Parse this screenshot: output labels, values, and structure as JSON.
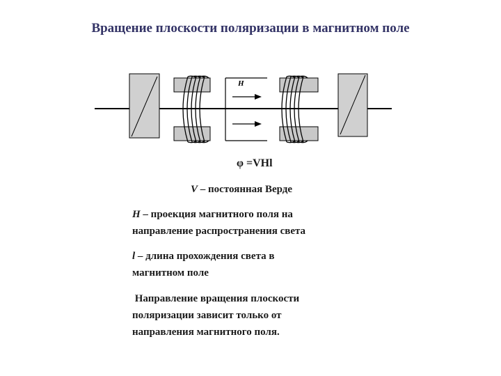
{
  "title": "Вращение плоскости поляризации в магнитном поле",
  "diagram": {
    "field_label": "H"
  },
  "formula": "φ =VHl",
  "definitions": [
    {
      "symbol": "V",
      "text": " – постоянная Верде"
    },
    {
      "symbol": "H",
      "line1": " – проекция магнитного поля на",
      "line2": "направление распространения света"
    },
    {
      "symbol": "l",
      "line1": " – длина прохождения света в",
      "line2": "магнитном поле"
    }
  ],
  "note": {
    "line1": " Направление вращения плоскости",
    "line2": "поляризации зависит только от",
    "line3": "направления магнитного поля."
  }
}
